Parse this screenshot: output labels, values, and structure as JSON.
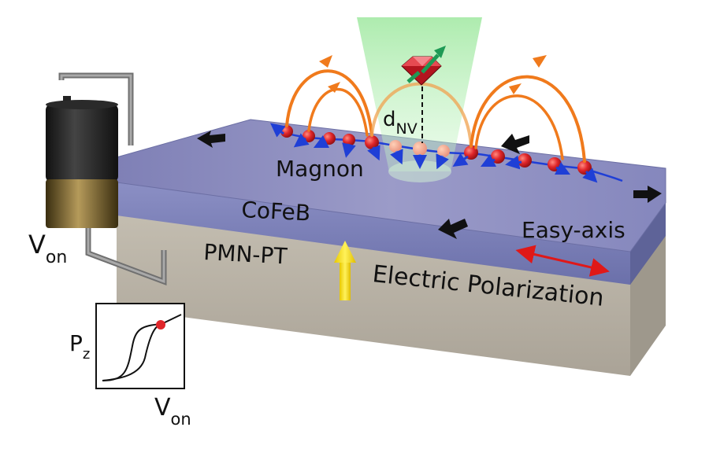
{
  "labels": {
    "magnon": "Magnon",
    "cofeb": "CoFeB",
    "pmn_pt": "PMN-PT",
    "easy_axis": "Easy-axis",
    "electric_polarization": "Electric Polarization",
    "d_main": "d",
    "d_sub": "NV",
    "v_main": "V",
    "v_sub": "on",
    "inset_y_main": "P",
    "inset_y_sub": "z",
    "inset_x_main": "V",
    "inset_x_sub": "on"
  },
  "colors": {
    "film_top": "#8e8fc0",
    "film_front": "#777cb8",
    "substrate_front": "#b9b3a6",
    "substrate_side": "#a29c90",
    "spin_ball": "#e0262a",
    "spin_arrow": "#1f3fd6",
    "field_line": "#f07a1c",
    "laser": "#9fe8a0",
    "polarization_arrow": "#ffe11a",
    "easy_axis_arrow": "#e01818",
    "nv_diamond": "#b3141e",
    "nv_spin": "#1e9a55"
  },
  "icons": {
    "battery": "battery-icon",
    "nv_center": "diamond-nv-icon"
  }
}
